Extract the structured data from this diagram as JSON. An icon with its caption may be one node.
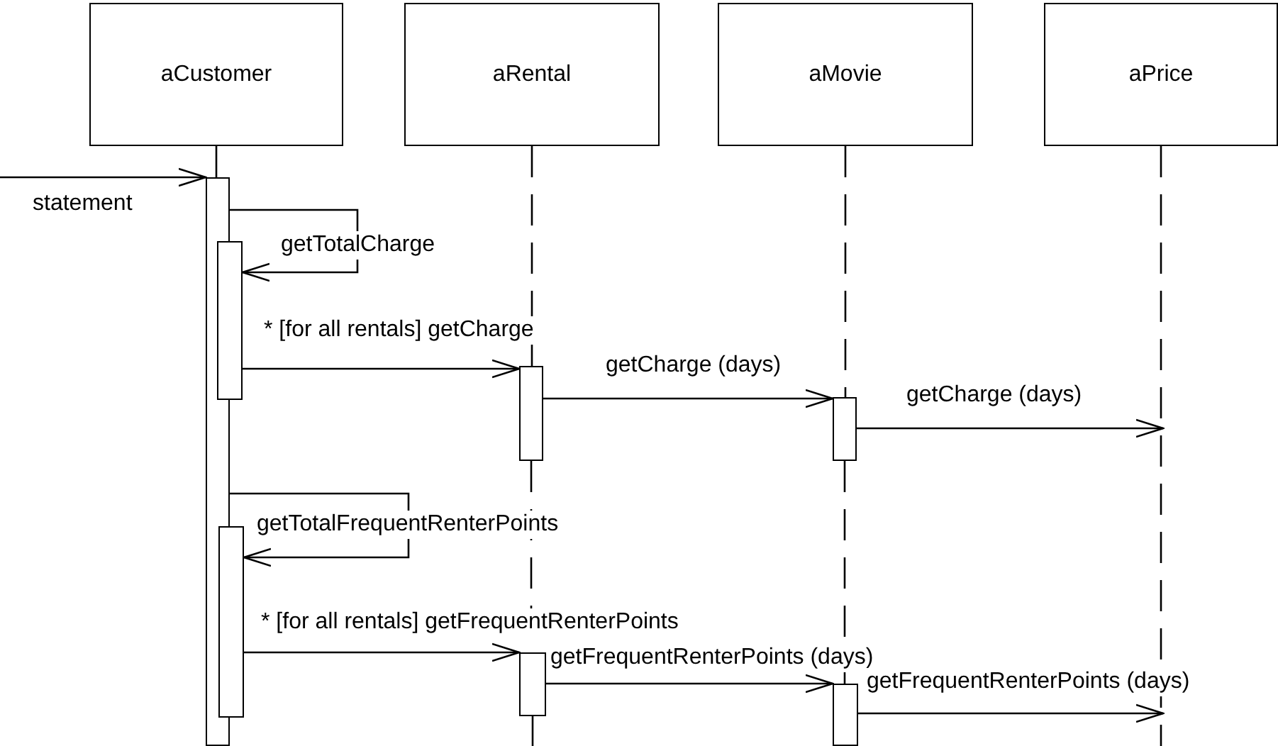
{
  "diagram": {
    "nodes": [
      {
        "text": [
          "aCustomer"
        ]
      },
      {
        "text": [
          "aRental"
        ]
      },
      {
        "text": [
          "aMovie"
        ]
      },
      {
        "text": [
          "aPrice"
        ]
      },
      {
        "text": [],
        "shape": "bar"
      },
      {
        "text": [],
        "shape": "bar"
      },
      {
        "text": [],
        "shape": "bar"
      },
      {
        "text": [],
        "shape": "bar"
      },
      {
        "text": [],
        "shape": "bar"
      },
      {
        "text": [],
        "shape": "bar"
      },
      {
        "text": [],
        "shape": "bar"
      }
    ],
    "edges": [
      {
        "from": null,
        "to": 4,
        "arrow": "to",
        "label": "statement"
      },
      {
        "from": 4,
        "to": 5,
        "arrow": "to",
        "label": "getTotalCharge"
      },
      {
        "from": 5,
        "to": 6,
        "arrow": "to",
        "label": "* [for all rentals] getCharge"
      },
      {
        "from": 6,
        "to": 7,
        "arrow": "to",
        "label": "getCharge (days)"
      },
      {
        "from": 7,
        "to": null,
        "arrow": "to",
        "label": "getCharge (days)"
      },
      {
        "from": 4,
        "to": 8,
        "arrow": "to",
        "label": "getTotalFrequentRenterPoints"
      },
      {
        "from": 8,
        "to": 9,
        "arrow": "to",
        "label": "* [for all rentals] getFrequentRenterPoints"
      },
      {
        "from": 9,
        "to": 10,
        "arrow": "to",
        "label": "getFrequentRenterPoints (days)"
      },
      {
        "from": 10,
        "to": null,
        "arrow": "to",
        "label": "getFrequentRenterPoints (days)"
      },
      {
        "from": 0,
        "to": 4,
        "arrow": "none"
      },
      {
        "from": 1,
        "to": 6,
        "arrow": "none",
        "style": "dashed"
      },
      {
        "from": 6,
        "to": 9,
        "arrow": "none",
        "style": "dashed"
      },
      {
        "from": 9,
        "to": null,
        "arrow": "none",
        "style": "dashed"
      },
      {
        "from": 2,
        "to": 7,
        "arrow": "none",
        "style": "dashed"
      },
      {
        "from": 7,
        "to": 10,
        "arrow": "none",
        "style": "dashed"
      },
      {
        "from": 3,
        "to": null,
        "arrow": "none",
        "style": "dashed"
      }
    ]
  }
}
